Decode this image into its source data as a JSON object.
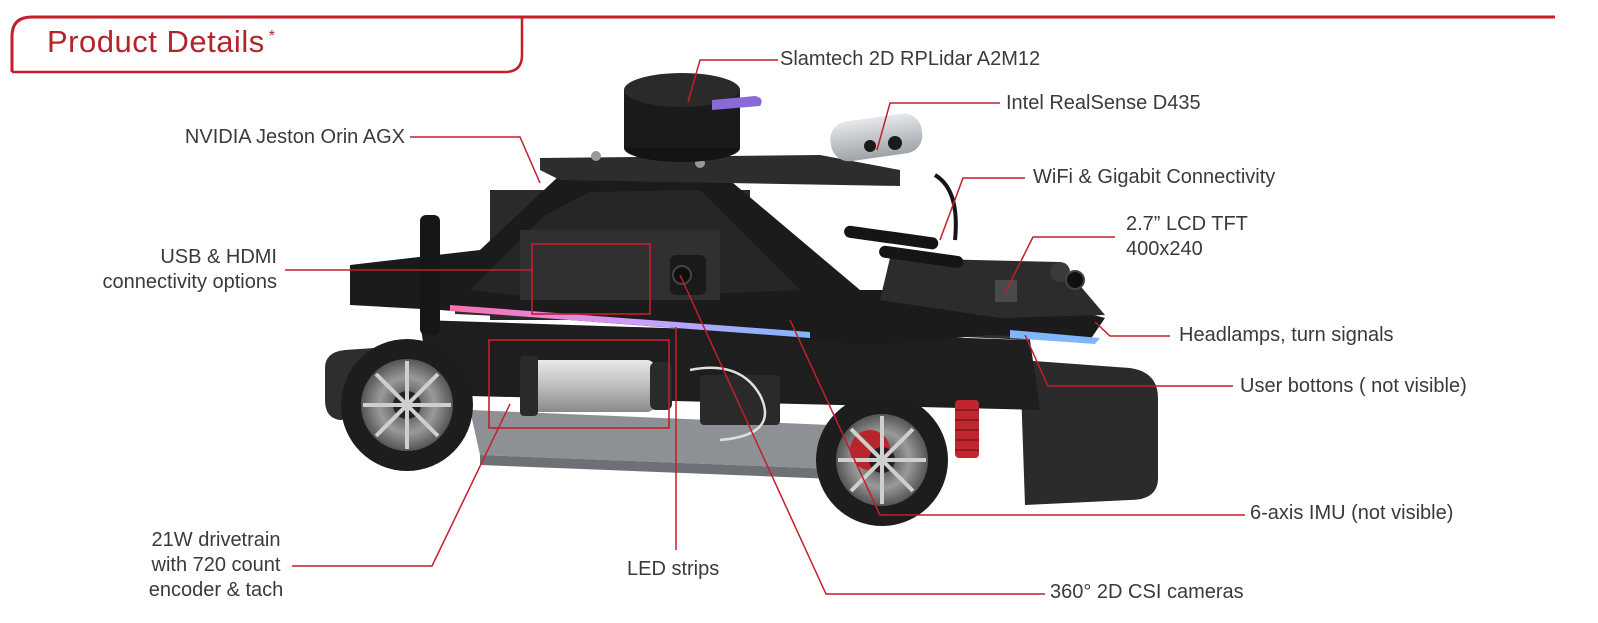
{
  "header": {
    "title": "Product Details",
    "asterisk": "*"
  },
  "colors": {
    "accent": "#c41e2b",
    "body": "#1e1e1e",
    "label_text": "#3a3a3a"
  },
  "callouts": {
    "lidar": "Slamtech 2D RPLidar A2M12",
    "realsense": "Intel RealSense D435",
    "jetson": "NVIDIA Jeston Orin AGX",
    "wifi": "WiFi & Gigabit Connectivity",
    "usb_line1": "USB & HDMI",
    "usb_line2": "connectivity options",
    "lcd_line1": "2.7” LCD TFT",
    "lcd_line2": "400x240",
    "headlamps": "Headlamps, turn signals",
    "user_buttons": "User bottons ( not visible)",
    "imu": "6-axis IMU (not visible)",
    "drive_line1": "21W drivetrain",
    "drive_line2": "with 720 count",
    "drive_line3": "encoder & tach",
    "led": "LED strips",
    "cameras": "360° 2D CSI cameras"
  }
}
